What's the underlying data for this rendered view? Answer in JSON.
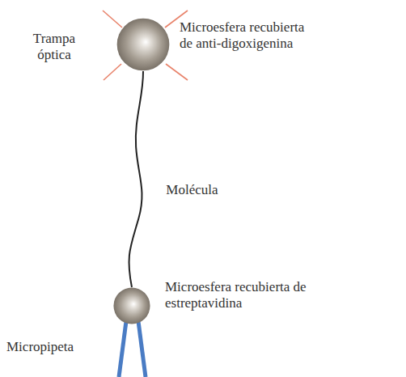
{
  "diagram": {
    "nodes": [
      {
        "text": [
          "Microesfera recubierta de anti-digoxigenina"
        ]
      },
      {
        "text": [
          "Microesfera recubierta de estreptavidina"
        ]
      }
    ],
    "edges": [
      {
        "from": 0,
        "to": 1,
        "arrow": "none",
        "label": "Molécula"
      }
    ],
    "labels": [
      "Trampa óptica",
      "Micropipeta"
    ]
  }
}
